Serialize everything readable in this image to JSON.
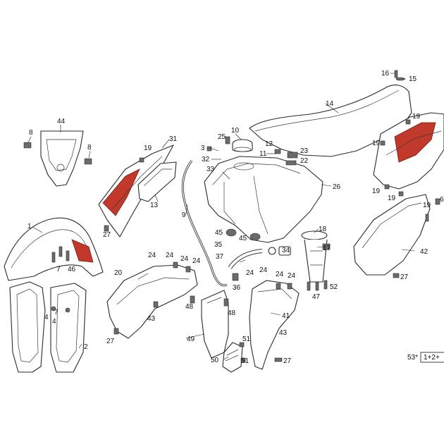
{
  "callouts": [
    {
      "id": "c1",
      "text": "1"
    },
    {
      "id": "c2",
      "text": "2"
    },
    {
      "id": "c3",
      "text": "3"
    },
    {
      "id": "c4a",
      "text": "4"
    },
    {
      "id": "c4b",
      "text": "4"
    },
    {
      "id": "c7a",
      "text": "7"
    },
    {
      "id": "c7b",
      "text": "7"
    },
    {
      "id": "c8a",
      "text": "8"
    },
    {
      "id": "c8b",
      "text": "8"
    },
    {
      "id": "c9",
      "text": "9"
    },
    {
      "id": "c10",
      "text": "10"
    },
    {
      "id": "c11",
      "text": "11"
    },
    {
      "id": "c12",
      "text": "12"
    },
    {
      "id": "c13",
      "text": "13"
    },
    {
      "id": "c14",
      "text": "14"
    },
    {
      "id": "c15",
      "text": "15"
    },
    {
      "id": "c16",
      "text": "16"
    },
    {
      "id": "c17",
      "text": "17"
    },
    {
      "id": "c18",
      "text": "18"
    },
    {
      "id": "c19a",
      "text": "19"
    },
    {
      "id": "c19b",
      "text": "19"
    },
    {
      "id": "c19c",
      "text": "19"
    },
    {
      "id": "c19d",
      "text": "19"
    },
    {
      "id": "c19e",
      "text": "19"
    },
    {
      "id": "c19f",
      "text": "19"
    },
    {
      "id": "c20",
      "text": "20"
    },
    {
      "id": "c22",
      "text": "22"
    },
    {
      "id": "c23",
      "text": "23"
    },
    {
      "id": "c24a",
      "text": "24"
    },
    {
      "id": "c24b",
      "text": "24"
    },
    {
      "id": "c24c",
      "text": "24"
    },
    {
      "id": "c24d",
      "text": "24"
    },
    {
      "id": "c24e",
      "text": "24"
    },
    {
      "id": "c24f",
      "text": "24"
    },
    {
      "id": "c24g",
      "text": "24"
    },
    {
      "id": "c24h",
      "text": "24"
    },
    {
      "id": "c25",
      "text": "25"
    },
    {
      "id": "c26",
      "text": "26"
    },
    {
      "id": "c27a",
      "text": "27"
    },
    {
      "id": "c27b",
      "text": "27"
    },
    {
      "id": "c27c",
      "text": "27"
    },
    {
      "id": "c27d",
      "text": "27"
    },
    {
      "id": "c31",
      "text": "31"
    },
    {
      "id": "c32",
      "text": "32"
    },
    {
      "id": "c33",
      "text": "33"
    },
    {
      "id": "c34",
      "text": "34"
    },
    {
      "id": "c35",
      "text": "35"
    },
    {
      "id": "c36",
      "text": "36"
    },
    {
      "id": "c37",
      "text": "37"
    },
    {
      "id": "c41",
      "text": "41"
    },
    {
      "id": "c42",
      "text": "42"
    },
    {
      "id": "c43a",
      "text": "43"
    },
    {
      "id": "c43b",
      "text": "43"
    },
    {
      "id": "c44",
      "text": "44"
    },
    {
      "id": "c45a",
      "text": "45"
    },
    {
      "id": "c45b",
      "text": "45"
    },
    {
      "id": "c46",
      "text": "46"
    },
    {
      "id": "c47",
      "text": "47"
    },
    {
      "id": "c48a",
      "text": "48"
    },
    {
      "id": "c48b",
      "text": "48"
    },
    {
      "id": "c49",
      "text": "49"
    },
    {
      "id": "c50",
      "text": "50"
    },
    {
      "id": "c51a",
      "text": "51"
    },
    {
      "id": "c51b",
      "text": "51"
    },
    {
      "id": "c52",
      "text": "52"
    },
    {
      "id": "c53",
      "text": "53*"
    },
    {
      "id": "c6",
      "text": "6"
    }
  ],
  "kit_box": {
    "text": "1+2+"
  }
}
